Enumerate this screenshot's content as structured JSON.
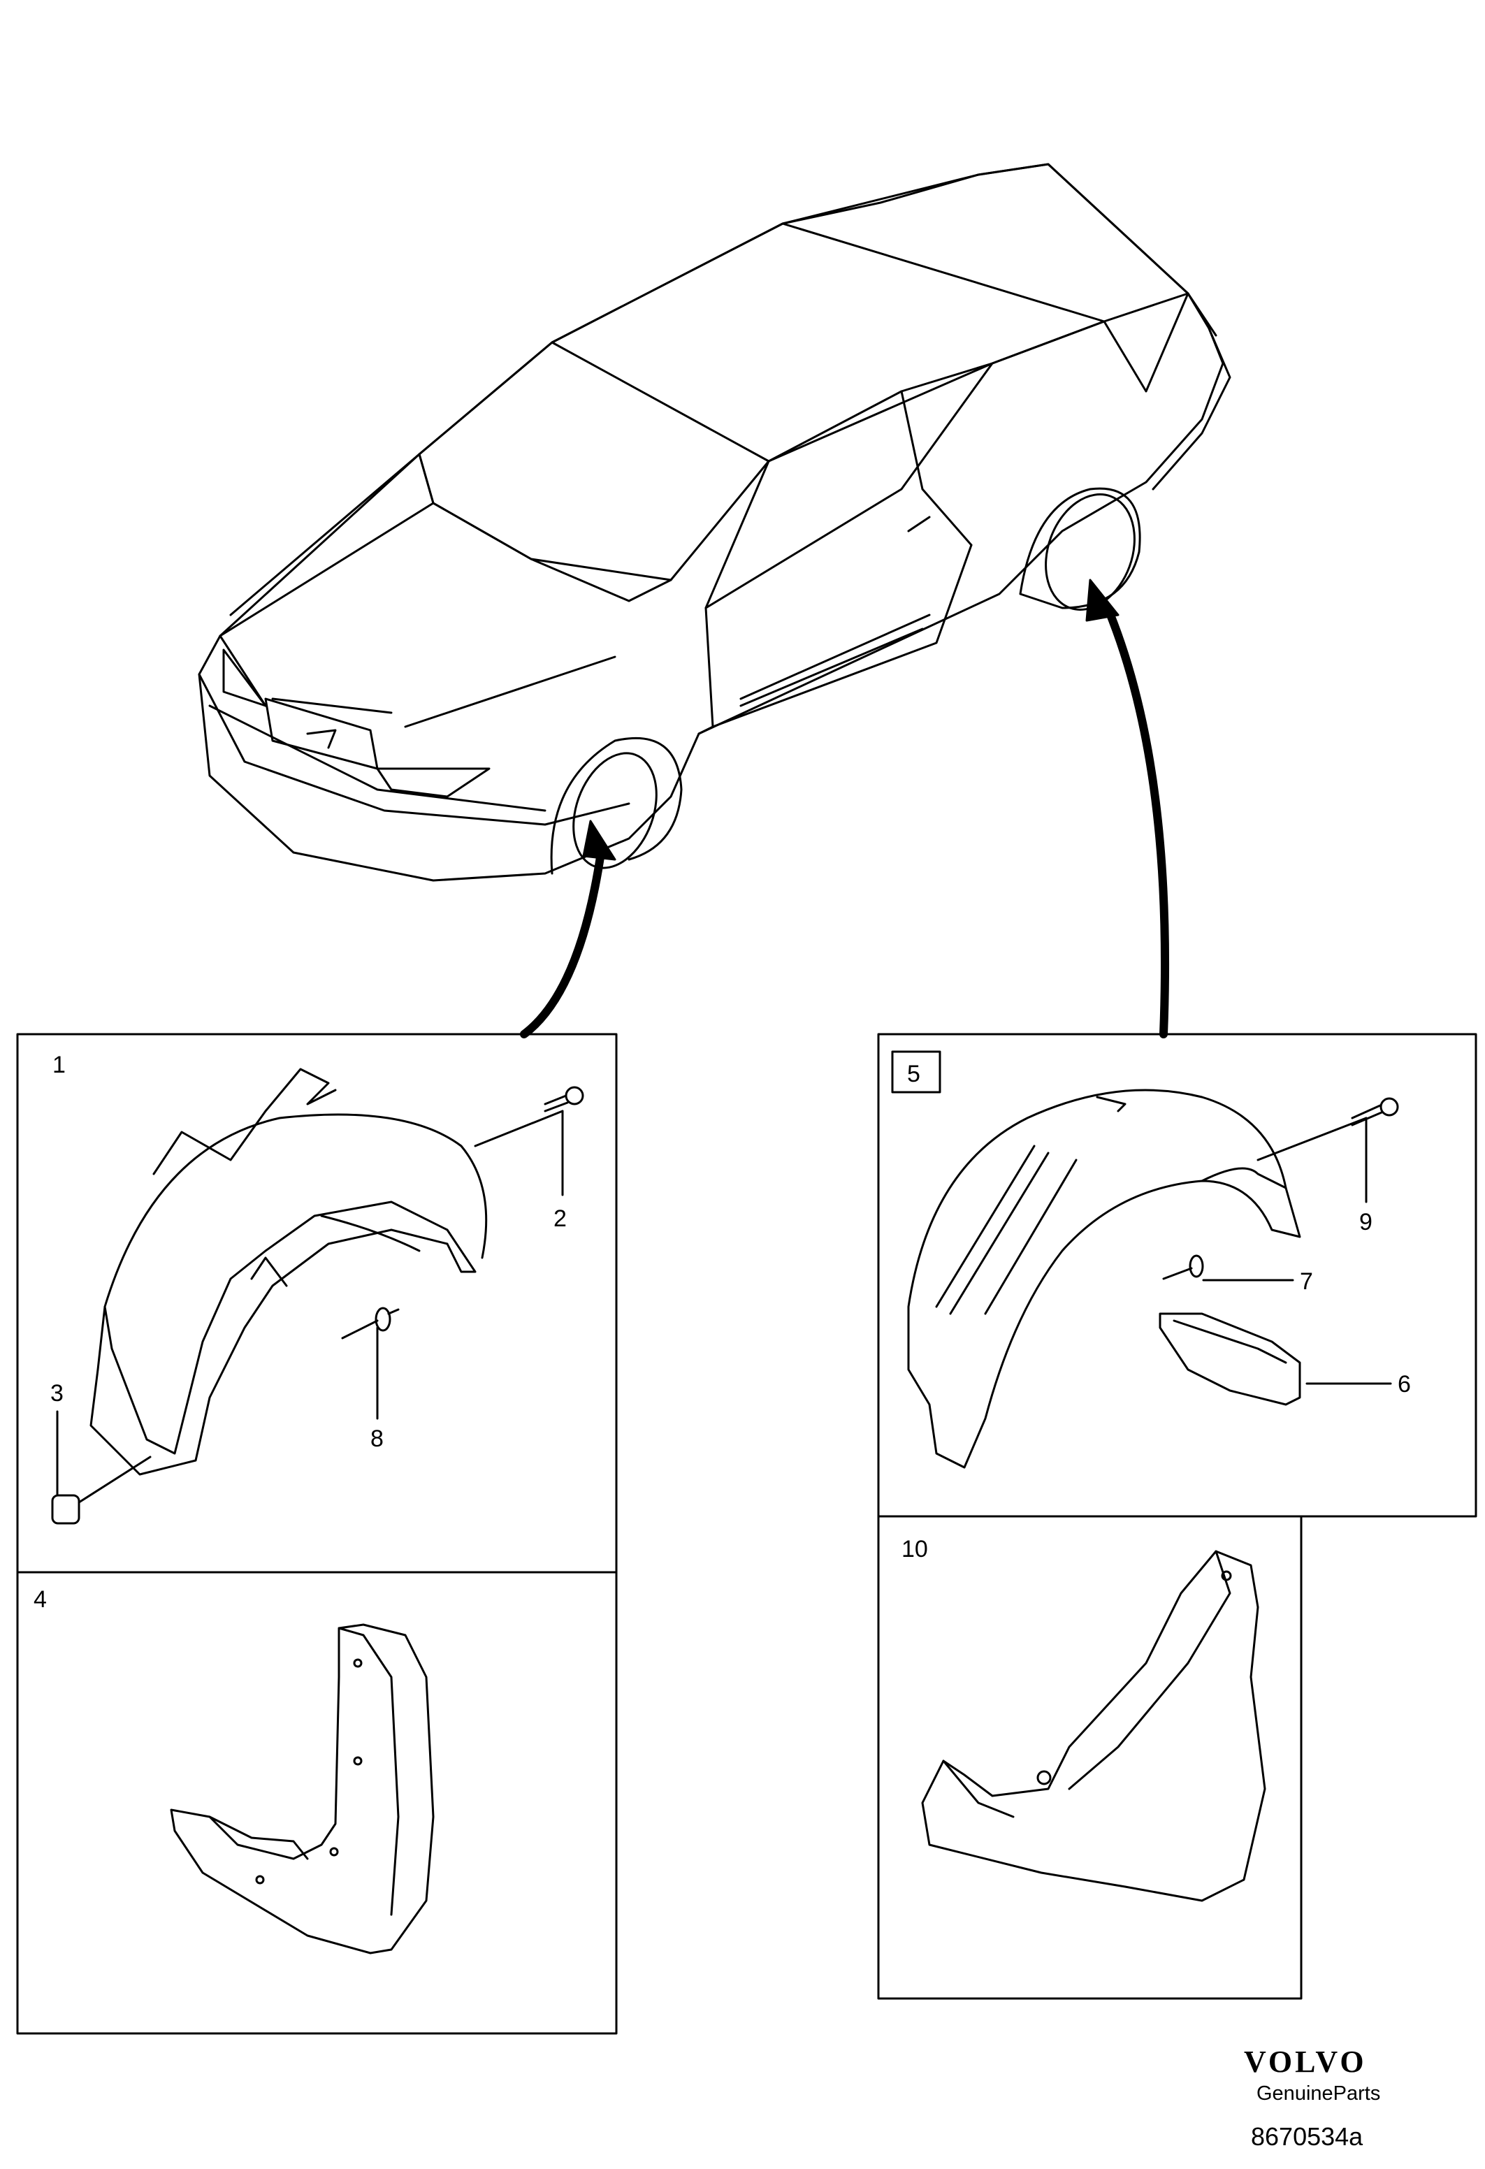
{
  "callouts": {
    "c1": "1",
    "c2": "2",
    "c3": "3",
    "c4": "4",
    "c5": "5",
    "c6": "6",
    "c7": "7",
    "c8": "8",
    "c9": "9",
    "c10": "10"
  },
  "footer": {
    "brand": "VOLVO",
    "tagline": "GenuineParts",
    "drawing_code": "8670534a"
  },
  "colors": {
    "line": "#000000",
    "background": "#ffffff"
  }
}
